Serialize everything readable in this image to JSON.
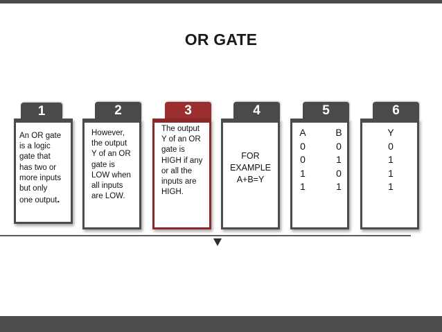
{
  "slide": {
    "title": "OR GATE",
    "steps": [
      {
        "number": "1",
        "text": "An OR gate\nis a logic\ngate that\nhas two or\nmore inputs\nbut only\none output",
        "text_end": ".",
        "tab_color": "#4a4a4a"
      },
      {
        "number": "2",
        "text": "However,\nthe output\nY of an OR\ngate is\nLOW when\nall inputs\nare LOW.",
        "tab_color": "#4a4a4a"
      },
      {
        "number": "3",
        "text": "The output\nY of an OR\ngate is\nHIGH if any\nor all the\ninputs are\nHIGH.",
        "tab_color": "#9b2f2f"
      },
      {
        "number": "4",
        "text": "FOR\nEXAMPLE\nA+B=Y",
        "tab_color": "#4a4a4a"
      },
      {
        "number": "5",
        "col_a": "A\n0\n0\n1\n1",
        "col_b": "B\n0\n1\n0\n1",
        "tab_color": "#4a4a4a"
      },
      {
        "number": "6",
        "col_y": "Y\n0\n1\n1\n1",
        "tab_color": "#4a4a4a"
      }
    ]
  },
  "colors": {
    "dark_gray": "#4a4a4a",
    "accent_red": "#9b2f2f",
    "timeline": "#5a5a5a"
  },
  "icons": {
    "timeline_marker": "triangle-down-icon"
  }
}
